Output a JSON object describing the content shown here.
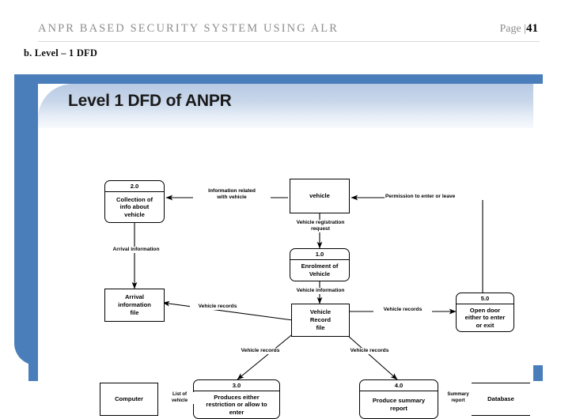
{
  "document": {
    "header_title": "ANPR BASED SECURITY SYSTEM USING ALR",
    "page_label": "Page |",
    "page_number": "41",
    "sub_caption": "b. Level – 1 DFD"
  },
  "slide": {
    "title": "Level 1 DFD of ANPR",
    "accent_color": "#4a7ebb",
    "title_band_color": "#c9d7ea"
  },
  "diagram": {
    "type": "data-flow-diagram",
    "level": "1",
    "processes": [
      {
        "id": "p1",
        "number": "1.0",
        "label": "Enrolment of\nVehicle"
      },
      {
        "id": "p2",
        "number": "2.0",
        "label": "Collection of\ninfo about\nvehicle"
      },
      {
        "id": "p3",
        "number": "3.0",
        "label": "Produces either\nrestriction or allow to\nenter"
      },
      {
        "id": "p4",
        "number": "4.0",
        "label": "Produce summary\nreport"
      },
      {
        "id": "p5",
        "number": "5.0",
        "label": "Open door\neither to enter\nor exit"
      }
    ],
    "entities": [
      {
        "id": "e-vehicle",
        "label": "vehicle"
      },
      {
        "id": "e-computer",
        "label": "Computer"
      },
      {
        "id": "e-database",
        "label": "Database"
      }
    ],
    "datastores": [
      {
        "id": "ds-arrival",
        "label": "Arrival\ninformation\nfile"
      },
      {
        "id": "ds-record",
        "label": "Vehicle\nRecord\nfile"
      }
    ],
    "flows": [
      {
        "id": "f1",
        "label": "Information related\nwith vehicle",
        "from": "e-vehicle",
        "to": "p2"
      },
      {
        "id": "f2",
        "label": "Permission to enter or leave",
        "from": "p5",
        "to": "e-vehicle"
      },
      {
        "id": "f3",
        "label": "Vehicle registration\nrequest",
        "from": "e-vehicle",
        "to": "p1"
      },
      {
        "id": "f4",
        "label": "Arrival information",
        "from": "p2",
        "to": "ds-arrival"
      },
      {
        "id": "f5",
        "label": "Vehicle information",
        "from": "p1",
        "to": "ds-record"
      },
      {
        "id": "f6",
        "label": "Vehicle records",
        "from": "ds-record",
        "to": "ds-arrival"
      },
      {
        "id": "f7",
        "label": "Vehicle records",
        "from": "ds-record",
        "to": "p5",
        "bidirectional": true
      },
      {
        "id": "f8",
        "label": "Vehicle records",
        "from": "ds-record",
        "to": "p3"
      },
      {
        "id": "f9",
        "label": "Vehicle records",
        "from": "ds-record",
        "to": "p4"
      },
      {
        "id": "f10",
        "label": "List of\nvehicle",
        "from": "p3",
        "to": "e-computer"
      },
      {
        "id": "f11",
        "label": "Summary\nreport",
        "from": "p4",
        "to": "e-database"
      }
    ]
  }
}
